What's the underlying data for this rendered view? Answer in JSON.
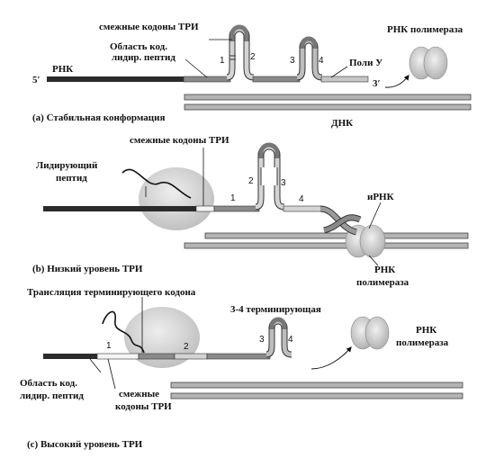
{
  "panel_a": {
    "caption": "(a) Стабильная конформация",
    "label_adjacent_codons": "смежные кодоны ТРИ",
    "label_leader_line1": "Область код.",
    "label_leader_line2": "лидир. пептид",
    "label_rna": "РНК",
    "label_5prime": "5′",
    "label_3prime": "3′",
    "label_poly_u": "Поли У",
    "label_polymerase": "РНК полимераза",
    "label_dna": "ДНК",
    "n1": "1",
    "n2": "2",
    "n3": "3",
    "n4": "4"
  },
  "panel_b": {
    "caption": "(b)  Низкий уровень ТРИ",
    "label_adjacent_codons": "смежные кодоны ТРИ",
    "label_leader_line1": "Лидирующий",
    "label_leader_line2": "пептид",
    "label_mrna": "иРНК",
    "label_polymerase_line1": "РНК",
    "label_polymerase_line2": "полимераза",
    "n1": "1",
    "n2": "2",
    "n3": "3",
    "n4": "4"
  },
  "panel_c": {
    "caption": "(c) Высокий уровень ТРИ",
    "label_translation": "Трансляция терминирующего кодона",
    "label_terminator": "3-4 терминирующая",
    "label_leader_line1": "Область код.",
    "label_leader_line2": "лидир. пептид",
    "label_codons_line1": "смежные",
    "label_codons_line2": "кодоны ТРИ",
    "label_polymerase_line1": "РНК",
    "label_polymerase_line2": "полимераза",
    "n1": "1",
    "n2": "2",
    "n3": "3",
    "n4": "4"
  },
  "colors": {
    "dark_rna": "#2b2b2b",
    "mid_rna": "#8a8a8a",
    "light_rna": "#d4d4d4",
    "dna": "#b4b4b4",
    "ribosome": "#d9d9d9"
  }
}
